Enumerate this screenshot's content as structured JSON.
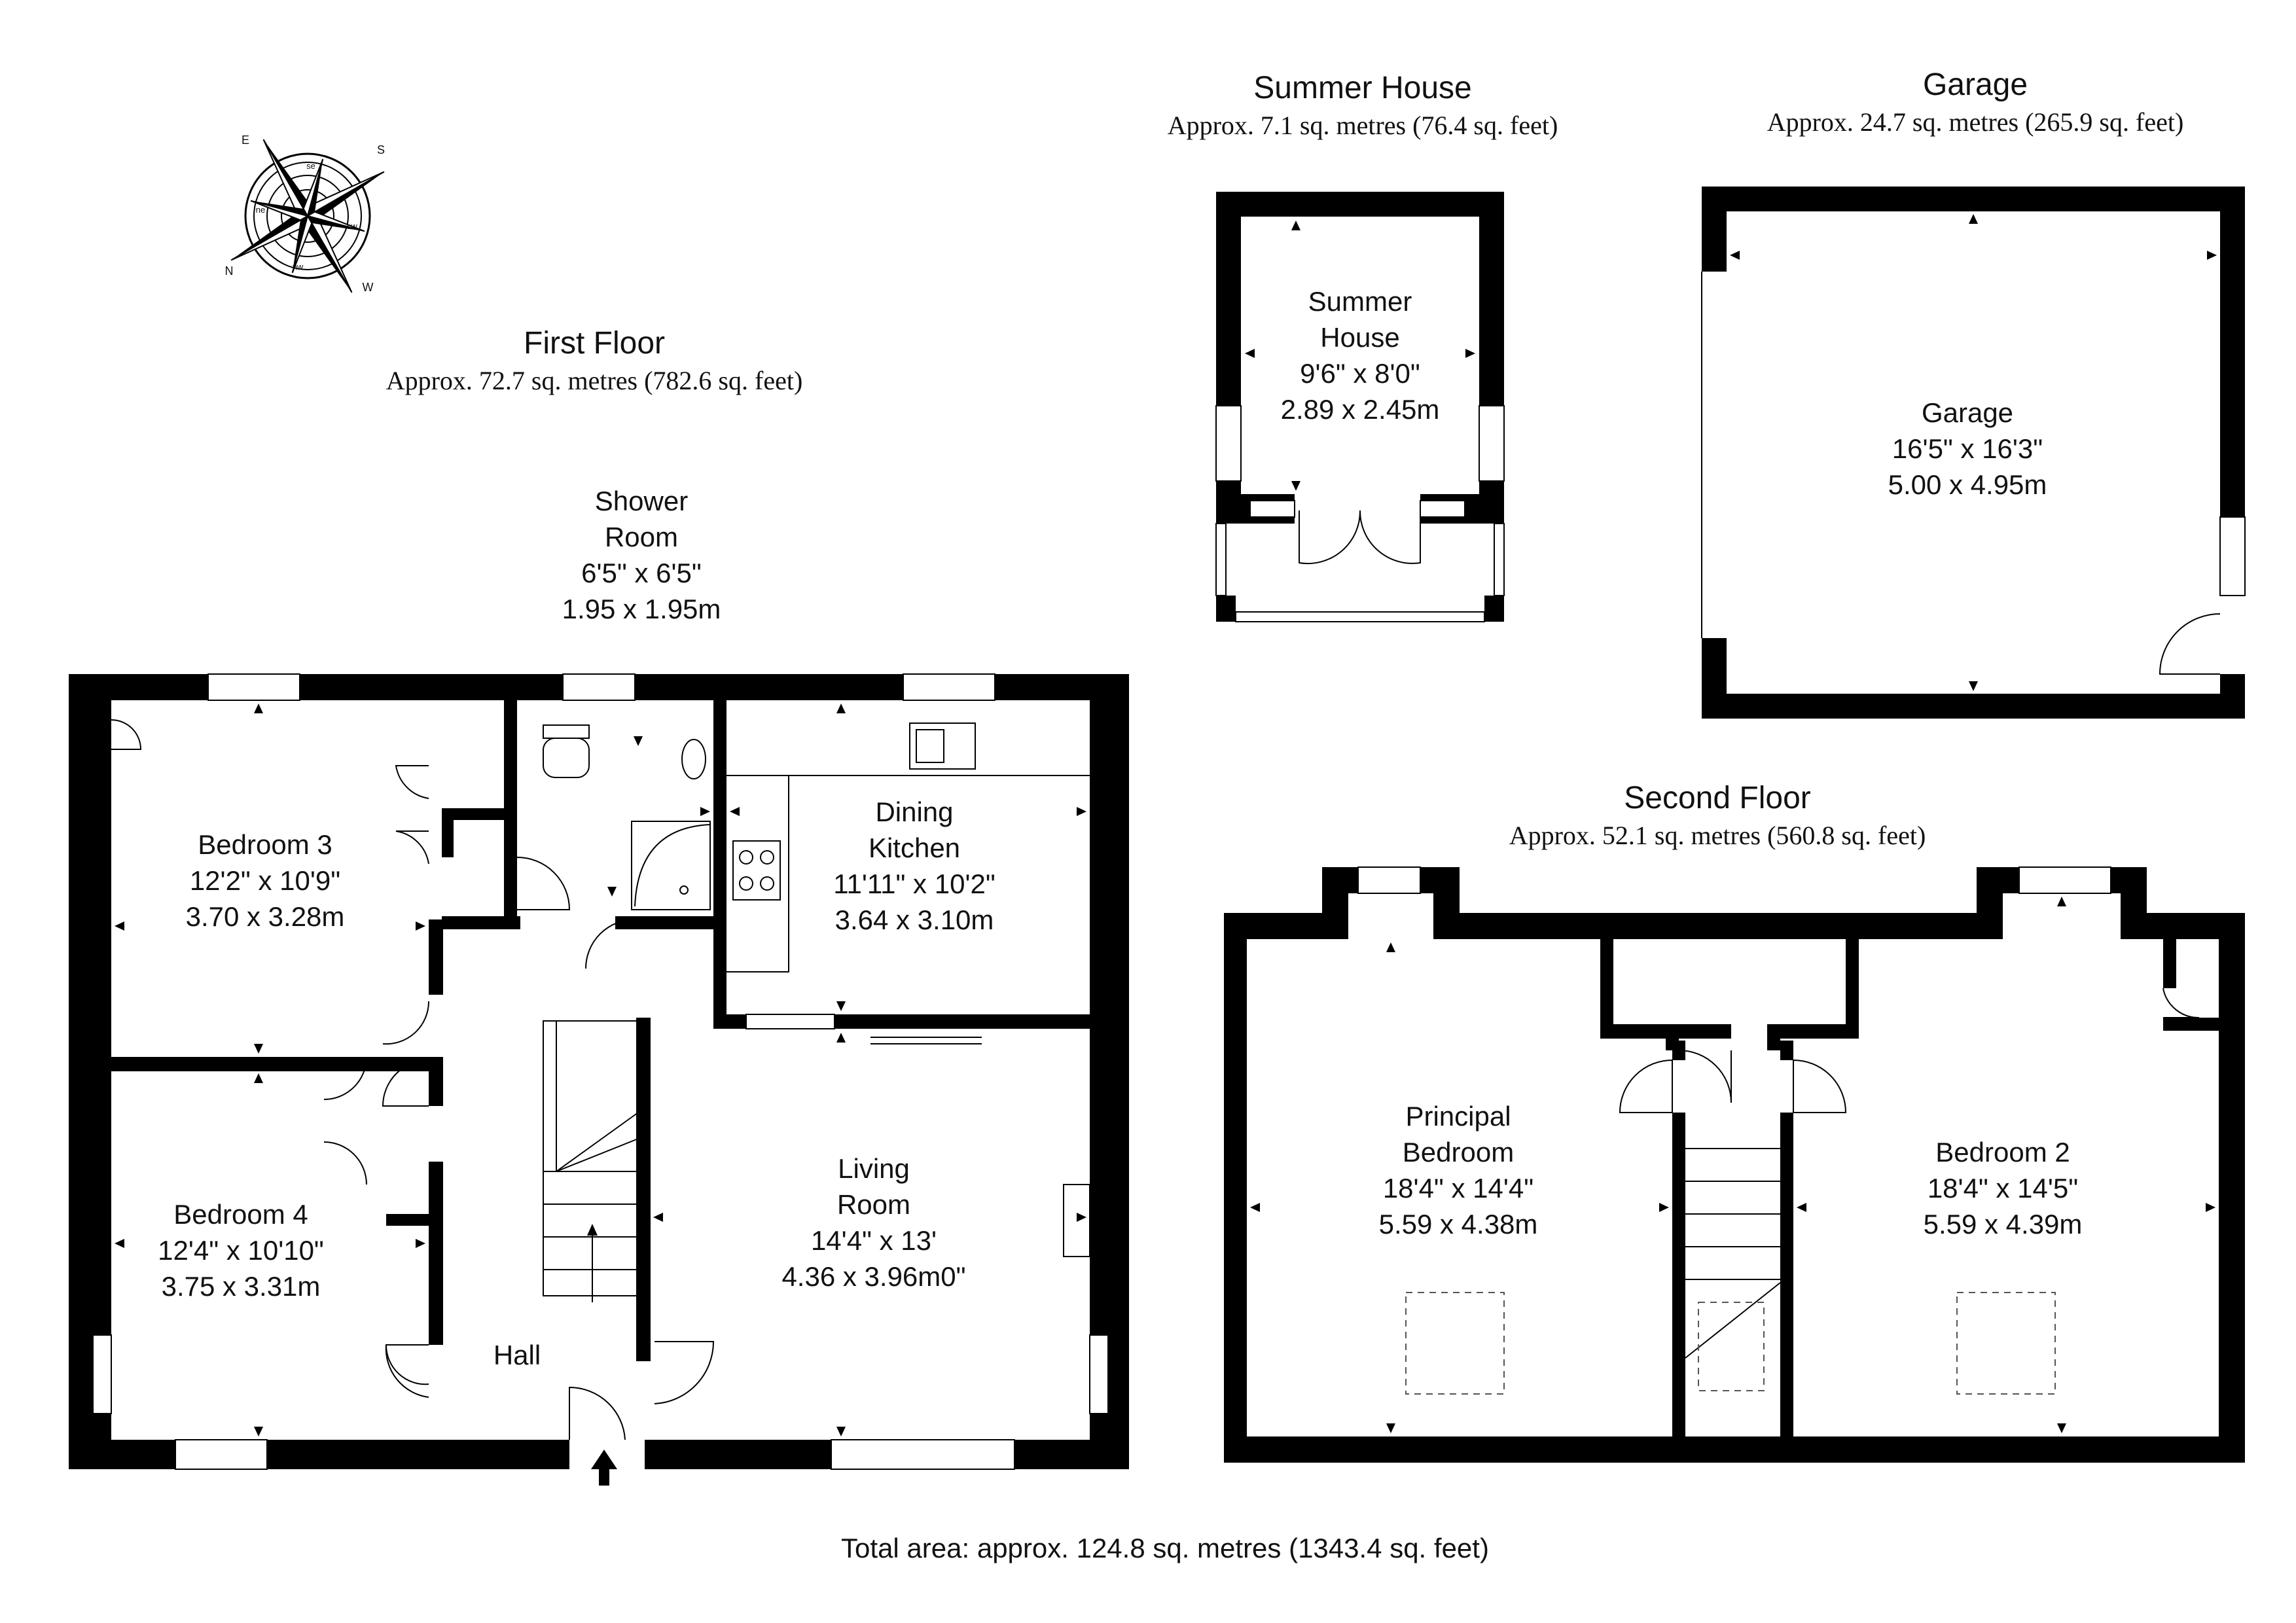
{
  "compass": {
    "icon": "compass-rose-icon",
    "letters": [
      "E",
      "S",
      "W",
      "N",
      "se",
      "sw",
      "nw",
      "ne"
    ]
  },
  "first_floor": {
    "title": "First Floor",
    "area": "Approx. 72.7 sq. metres (782.6 sq. feet)",
    "rooms": {
      "shower": [
        "Shower",
        "Room",
        "6'5\" x 6'5\"",
        "1.95 x 1.95m"
      ],
      "bedroom3": [
        "Bedroom 3",
        "12'2\" x 10'9\"",
        "3.70 x 3.28m"
      ],
      "dining": [
        "Dining",
        "Kitchen",
        "11'11\" x 10'2\"",
        "3.64 x 3.10m"
      ],
      "bedroom4": [
        "Bedroom 4",
        "12'4\" x 10'10\"",
        "3.75 x 3.31m"
      ],
      "living": [
        "Living",
        "Room",
        "14'4\" x 13'",
        "4.36 x 3.96m0\""
      ],
      "hall": [
        "Hall"
      ]
    }
  },
  "summer_house": {
    "title": "Summer House",
    "area": "Approx. 7.1 sq. metres (76.4 sq. feet)",
    "room": [
      "Summer",
      "House",
      "9'6\" x 8'0\"",
      "2.89 x 2.45m"
    ]
  },
  "garage": {
    "title": "Garage",
    "area": "Approx. 24.7 sq. metres (265.9 sq. feet)",
    "room": [
      "Garage",
      "16'5\" x 16'3\"",
      "5.00 x 4.95m"
    ]
  },
  "second_floor": {
    "title": "Second Floor",
    "area": "Approx. 52.1 sq. metres (560.8 sq. feet)",
    "rooms": {
      "principal": [
        "Principal",
        "Bedroom",
        "18'4\" x 14'4\"",
        "5.59 x 4.38m"
      ],
      "bedroom2": [
        "Bedroom 2",
        "18'4\" x 14'5\"",
        "5.59 x 4.39m"
      ]
    }
  },
  "total_area": "Total area: approx. 124.8 sq. metres (1343.4 sq. feet)",
  "colors": {
    "wall": "#000000",
    "background": "#ffffff",
    "text": "#111111"
  }
}
